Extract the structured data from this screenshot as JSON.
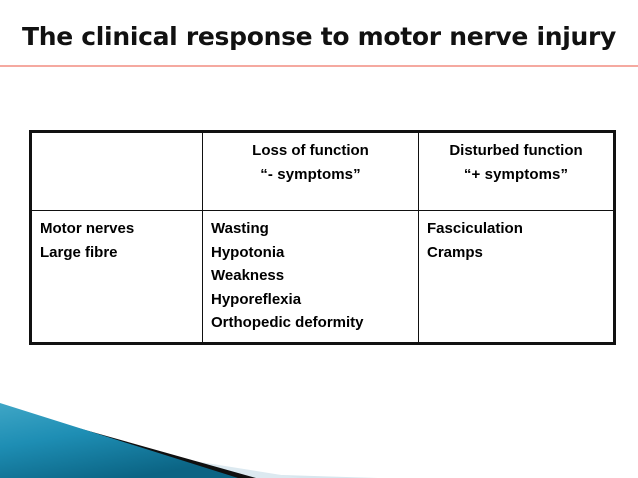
{
  "slide": {
    "title": "The clinical response to motor nerve injury",
    "rule_color": "#F5A9A0",
    "background_color": "#FFFFFF",
    "title_color": "#111111"
  },
  "table": {
    "header": {
      "col1": "",
      "col2_line1": "Loss of function",
      "col2_line2": "“- symptoms”",
      "col3_line1": "Disturbed function",
      "col3_line2": "“+ symptoms”"
    },
    "rows": [
      {
        "label_line1": "Motor nerves",
        "label_line2": "Large fibre",
        "loss_of_function": [
          "Wasting",
          "Hypotonia",
          "Weakness",
          "Hyporeflexia",
          "Orthopedic deformity"
        ],
        "disturbed_function": [
          "Fasciculation",
          "Cramps"
        ]
      }
    ],
    "border_color": "#111111"
  },
  "decoration": {
    "name": "corner-ribbon-graphic",
    "teal_light": "#3FA4C4",
    "teal_dark": "#0E6C8C",
    "teal_mid": "#1E8EB4",
    "black": "#101010",
    "pale_blue": "#D7E6EE"
  }
}
